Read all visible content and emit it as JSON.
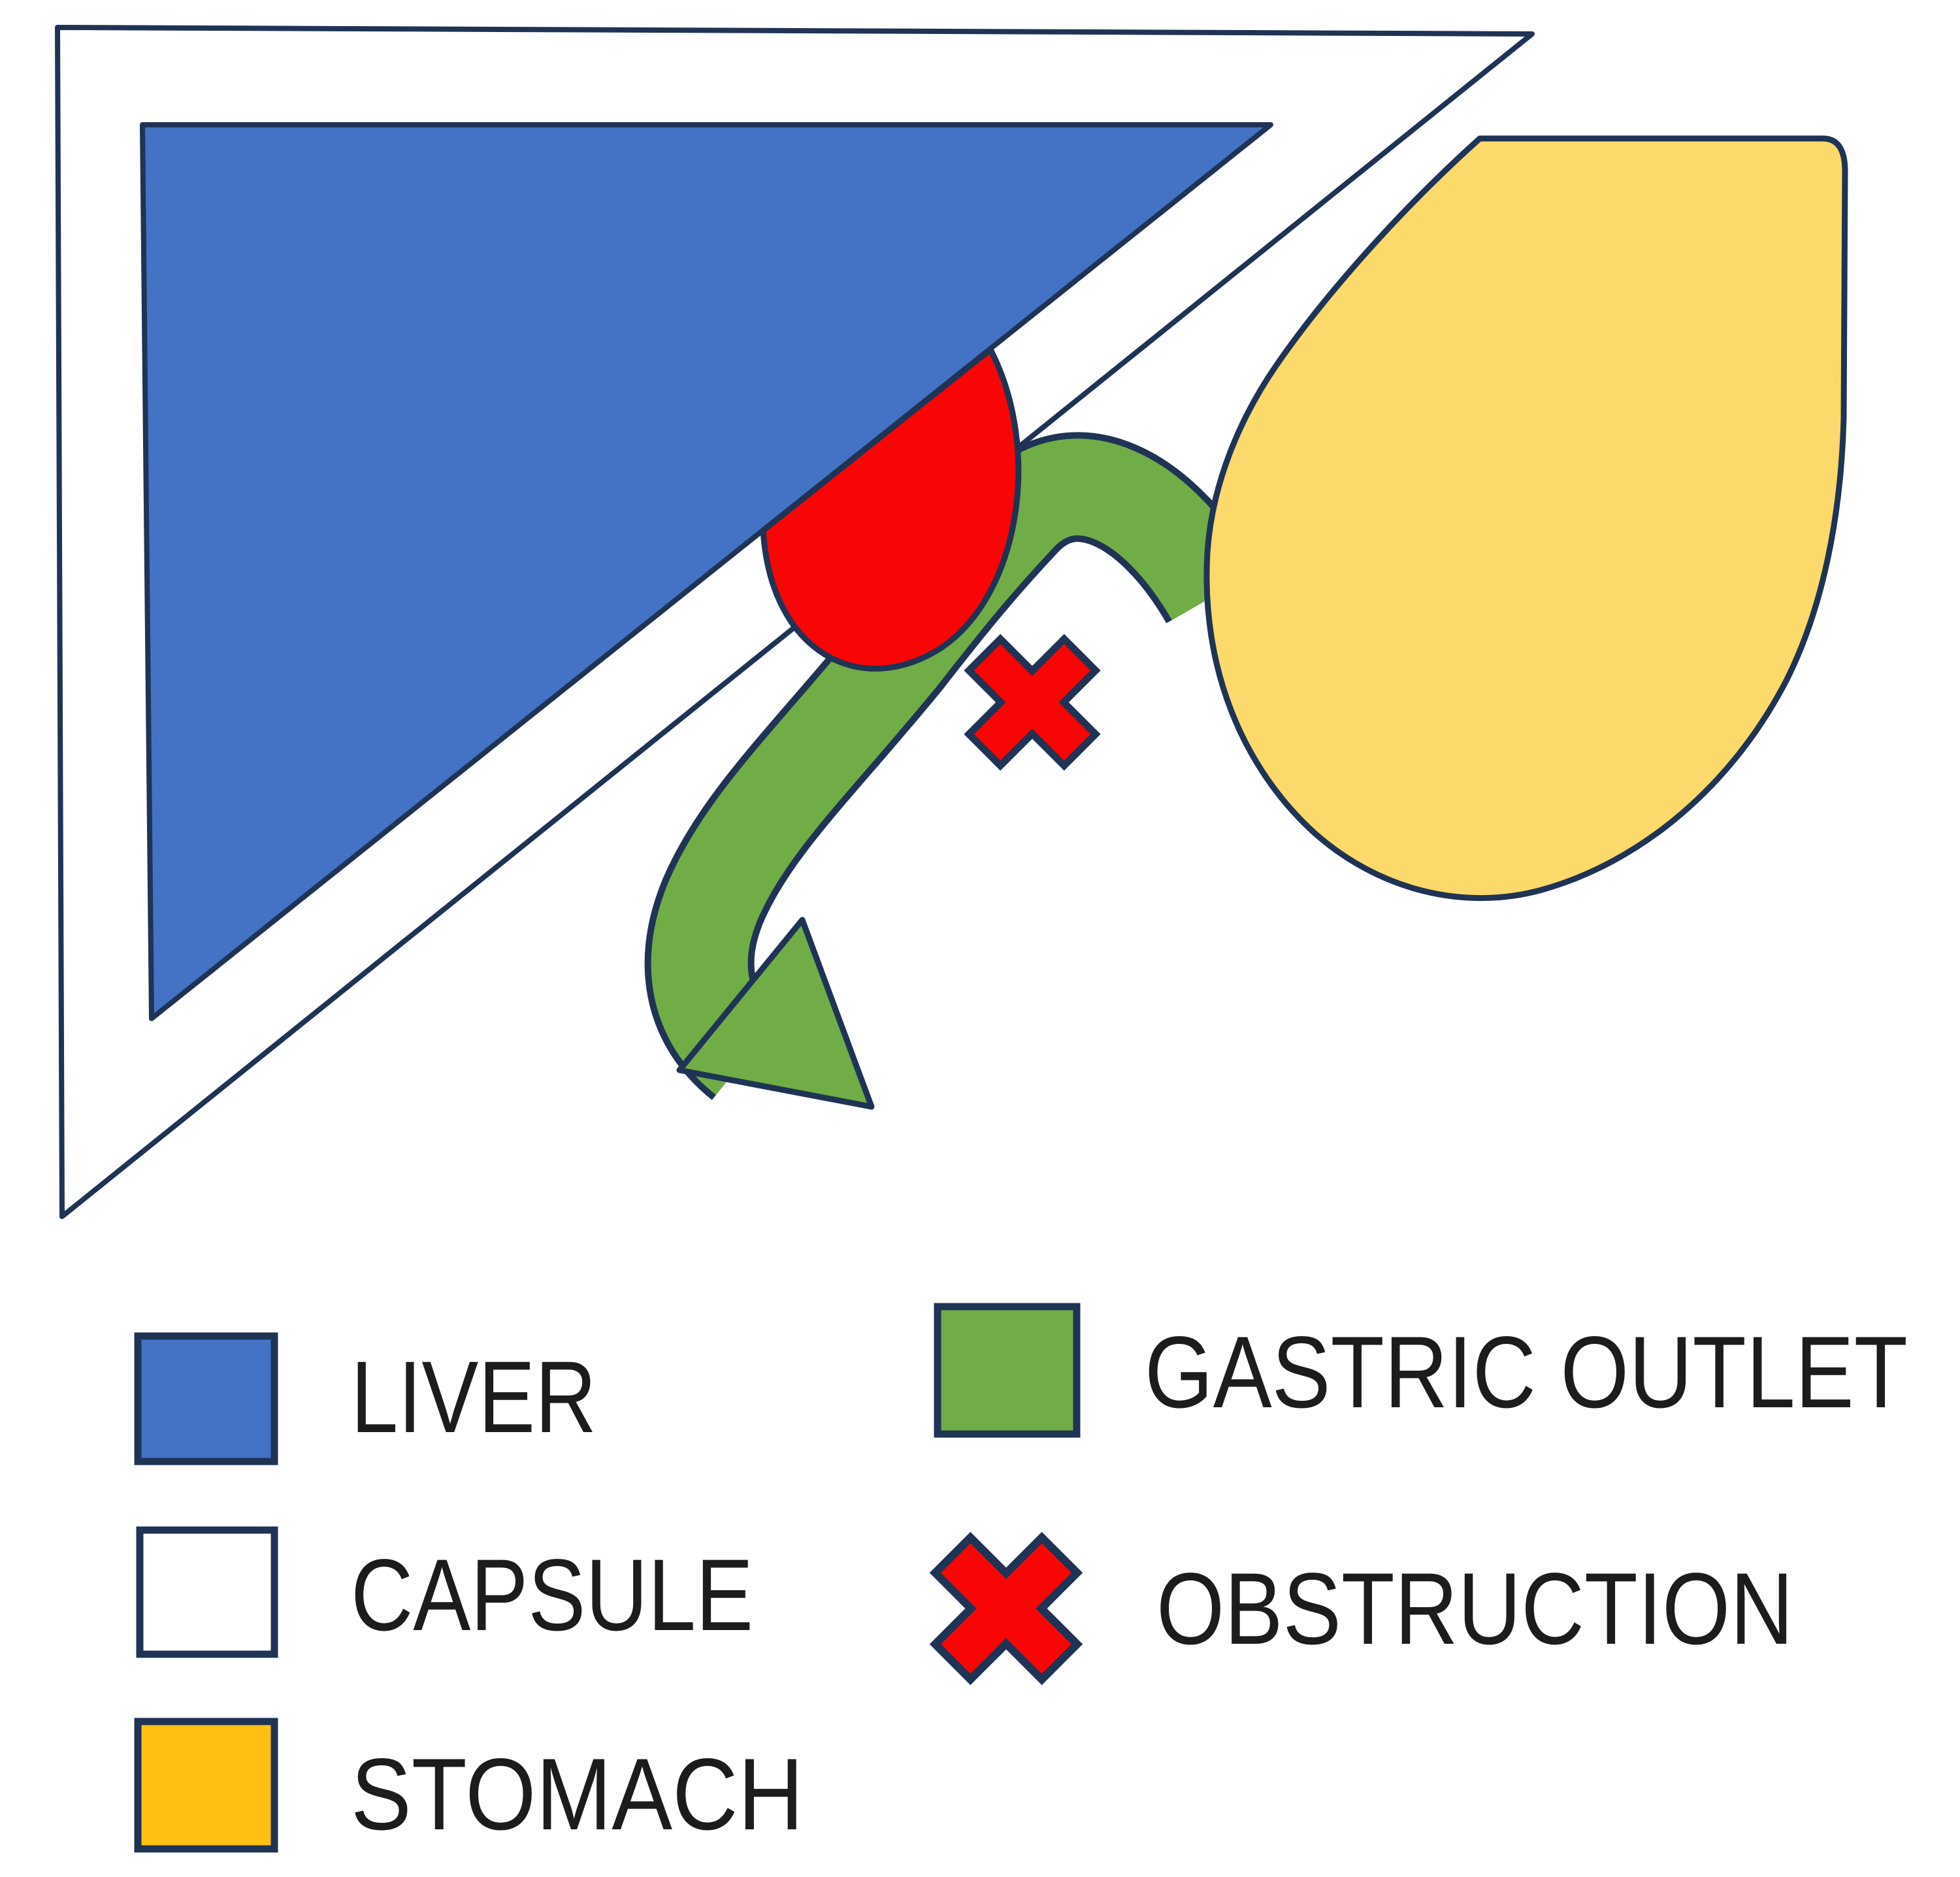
{
  "figure_title": "",
  "colors": {
    "navy_outline": "#1f3355",
    "liver_blue": "#4472c4",
    "capsule_white": "#ffffff",
    "stomach_light_yellow": "#fbd96b",
    "stomach_legend_yellow": "#ffc013",
    "gastric_outlet_green": "#70ad47",
    "obstruction_red": "#fa0505",
    "text_color": "#1c1c1c",
    "background": "#ffffff"
  },
  "diagram": {
    "shapes": [
      {
        "name": "liver",
        "fill": "liver_blue"
      },
      {
        "name": "capsule",
        "fill": "capsule_white"
      },
      {
        "name": "stomach",
        "fill": "stomach_light_yellow"
      },
      {
        "name": "gastric-outlet-arrow",
        "fill": "gastric_outlet_green"
      },
      {
        "name": "compressing-mass",
        "fill": "obstruction_red"
      },
      {
        "name": "obstruction-x-mark",
        "fill": "obstruction_red"
      }
    ]
  },
  "legend": {
    "left": [
      {
        "label": "LIVER",
        "marker": "square",
        "swatch_color": "#4472c4"
      },
      {
        "label": "CAPSULE",
        "marker": "square",
        "swatch_color": "#ffffff"
      },
      {
        "label": "STOMACH",
        "marker": "square",
        "swatch_color": "#ffc013"
      }
    ],
    "right": [
      {
        "label": "GASTRIC OUTLET",
        "marker": "square",
        "swatch_color": "#70ad47"
      },
      {
        "label": "OBSTRUCTION",
        "marker": "x-mark",
        "swatch_color": "#fa0505"
      }
    ]
  }
}
